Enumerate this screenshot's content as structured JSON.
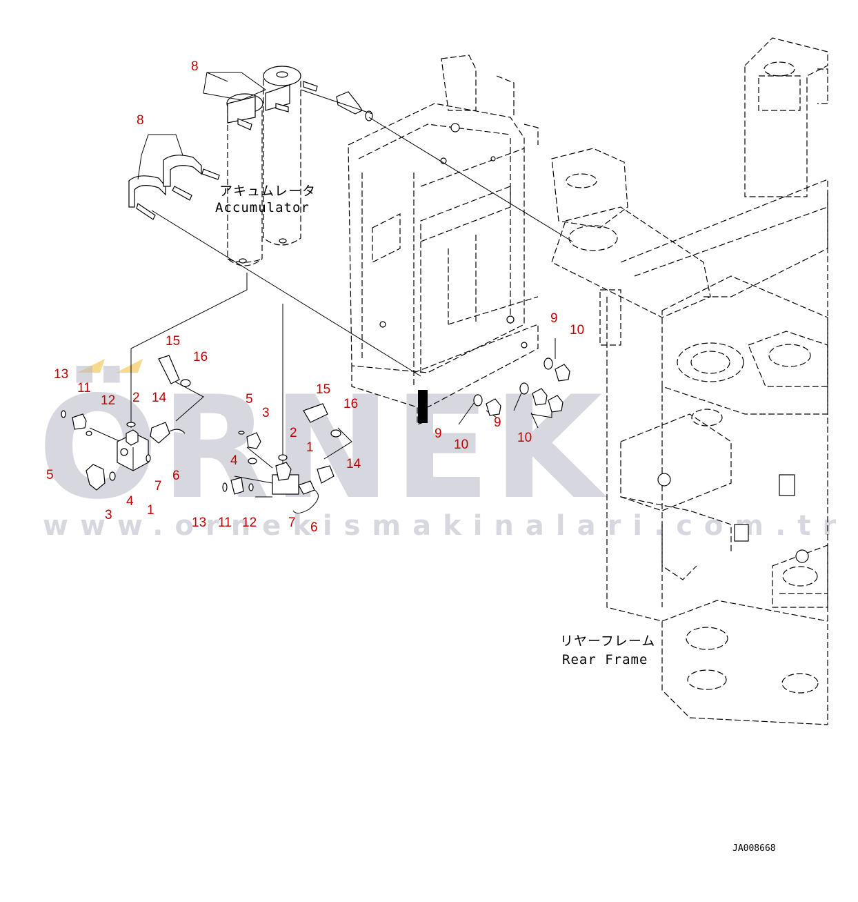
{
  "watermark": {
    "text": "ÖRNEK",
    "url": "www.ornekismakinalari.com.tr",
    "accent_color": "#f0c040",
    "color": "#b8b8c6"
  },
  "labels": {
    "accumulator_jp": "アキュムレータ",
    "accumulator_en": "Accumulator",
    "rear_frame_jp": "リヤーフレーム",
    "rear_frame_en": "Rear Frame",
    "drawing_code": "JA008668"
  },
  "callout_color": "#c00000",
  "callouts": {
    "top_clamp": "8",
    "mid_clamp": "8",
    "left_13": "13",
    "left_11": "11",
    "left_12": "12",
    "left_2": "2",
    "left_14": "14",
    "left_15": "15",
    "left_16": "16",
    "left_5": "5",
    "left_3": "3",
    "left_4": "4",
    "left_1": "1",
    "left_7": "7",
    "left_6": "6",
    "right_5": "5",
    "right_3": "3",
    "right_15": "15",
    "right_16": "16",
    "right_2": "2",
    "right_1": "1",
    "right_4": "4",
    "right_14": "14",
    "right_13": "13",
    "right_11": "11",
    "right_12": "12",
    "right_7": "7",
    "right_6": "6",
    "washer_9a": "9",
    "nut_10a": "10",
    "washer_9b": "9",
    "nut_10b": "10",
    "washer_9c": "9",
    "nut_10c": "10"
  }
}
